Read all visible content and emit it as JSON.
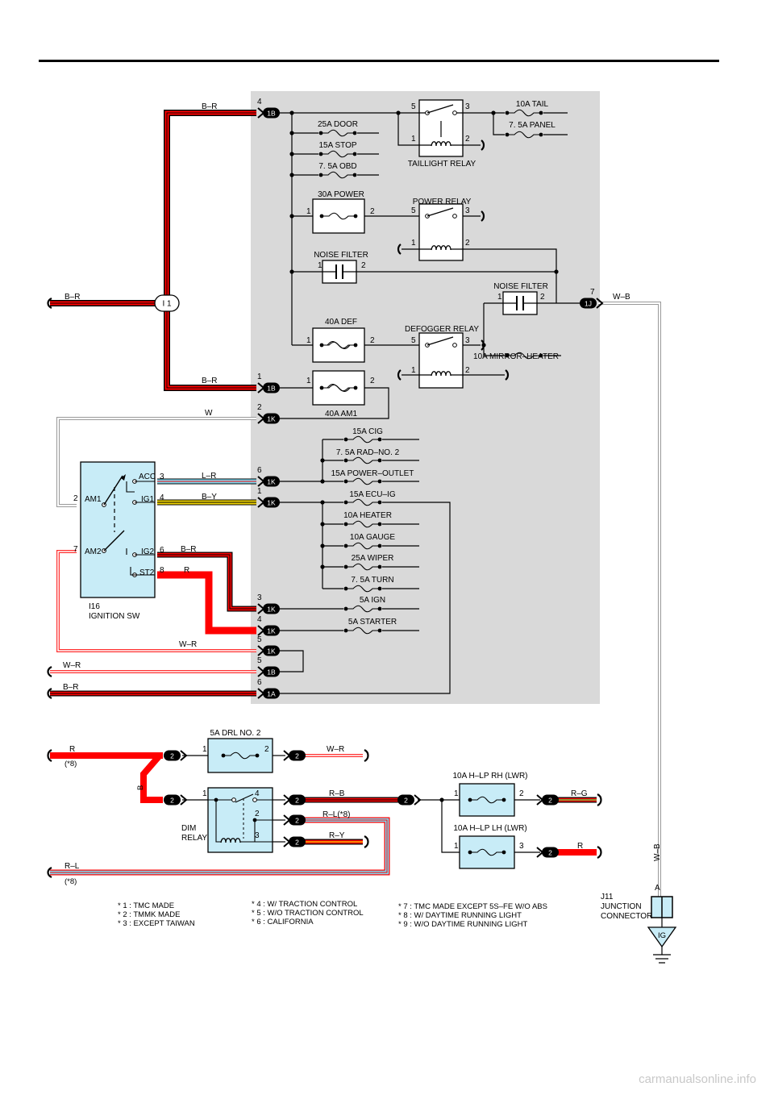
{
  "junction_block": {
    "fuses": {
      "door": "25A DOOR",
      "stop": "15A STOP",
      "obd": "7. 5A OBD",
      "tail": "10A TAIL",
      "panel": "7. 5A PANEL",
      "power": "30A POWER",
      "def": "40A DEF",
      "am1": "40A AM1",
      "mirror_heater": "10A MIRROR–HEATER",
      "cig": "15A CIG",
      "rad_no2": "7. 5A RAD–NO. 2",
      "power_outlet": "15A POWER–OUTLET",
      "ecu_ig": "15A ECU–IG",
      "heater": "10A HEATER",
      "gauge": "10A GAUGE",
      "wiper": "25A WIPER",
      "turn": "7. 5A TURN",
      "ign": "5A IGN",
      "starter": "5A STARTER"
    },
    "relays": {
      "taillight": "TAILLIGHT RELAY",
      "power": "POWER RELAY",
      "defogger": "DEFOGGER RELAY"
    },
    "noise_filter": "NOISE FILTER",
    "pins": {
      "p1": "1",
      "p2": "2",
      "p3": "3",
      "p4": "4",
      "p5": "5",
      "p6": "6",
      "p7": "7"
    },
    "connectors": {
      "c1B": "1B",
      "c1K": "1K",
      "c1J": "1J",
      "c1A": "1A"
    }
  },
  "ignition_switch": {
    "code": "I16",
    "name": "IGNITION SW",
    "terminals": {
      "acc": "ACC",
      "ig1": "IG1",
      "ig2": "IG2",
      "st2": "ST2",
      "am1": "AM1",
      "am2": "AM2"
    },
    "pins": {
      "p2": "2",
      "p3": "3",
      "p4": "4",
      "p6": "6",
      "p7": "7",
      "p8": "8"
    }
  },
  "splice": "I 1",
  "wire_colors": {
    "br": "B–R",
    "w": "W",
    "lr": "L–R",
    "by": "B–Y",
    "r": "R",
    "wr": "W–R",
    "wb": "W–B",
    "rb": "R–B",
    "rl_8": "R–L(*8)",
    "ry": "R–Y",
    "rg": "R–G",
    "rl": "R–L"
  },
  "drl_circuit": {
    "fuse": "5A DRL NO. 2",
    "relay_line1": "DIM",
    "relay_line2": "RELAY",
    "hlp_rh": "10A H–LP RH (LWR)",
    "hlp_lh": "10A H–LP LH (LWR)",
    "conn": "2",
    "note8": "(*8)",
    "wire_b": "B",
    "pins": {
      "p1": "1",
      "p2": "2",
      "p3": "3",
      "p4": "4"
    }
  },
  "junction_connector": {
    "code": "J11",
    "line1": "JUNCTION",
    "line2": "CONNECTOR",
    "pin": "A",
    "ground": "IG"
  },
  "notes": {
    "n1": "* 1 : TMC MADE",
    "n2": "* 2 : TMMK MADE",
    "n3": "* 3 : EXCEPT TAIWAN",
    "n4": "* 4 : W/ TRACTION CONTROL",
    "n5": "* 5 : W/O TRACTION CONTROL",
    "n6": "* 6 : CALIFORNIA",
    "n7": "* 7 : TMC MADE EXCEPT 5S–FE W/O ABS",
    "n8": "* 8 : W/ DAYTIME RUNNING LIGHT",
    "n9": "* 9 : W/O DAYTIME RUNNING LIGHT"
  },
  "watermark": "carmanualsonline.info",
  "colors": {
    "red": "#ff0000",
    "blue": "#7fd8f0",
    "yellow": "#f0d400",
    "green": "#60c040",
    "shade": "#d9d9d9",
    "box_blue": "#c8ecf7"
  }
}
